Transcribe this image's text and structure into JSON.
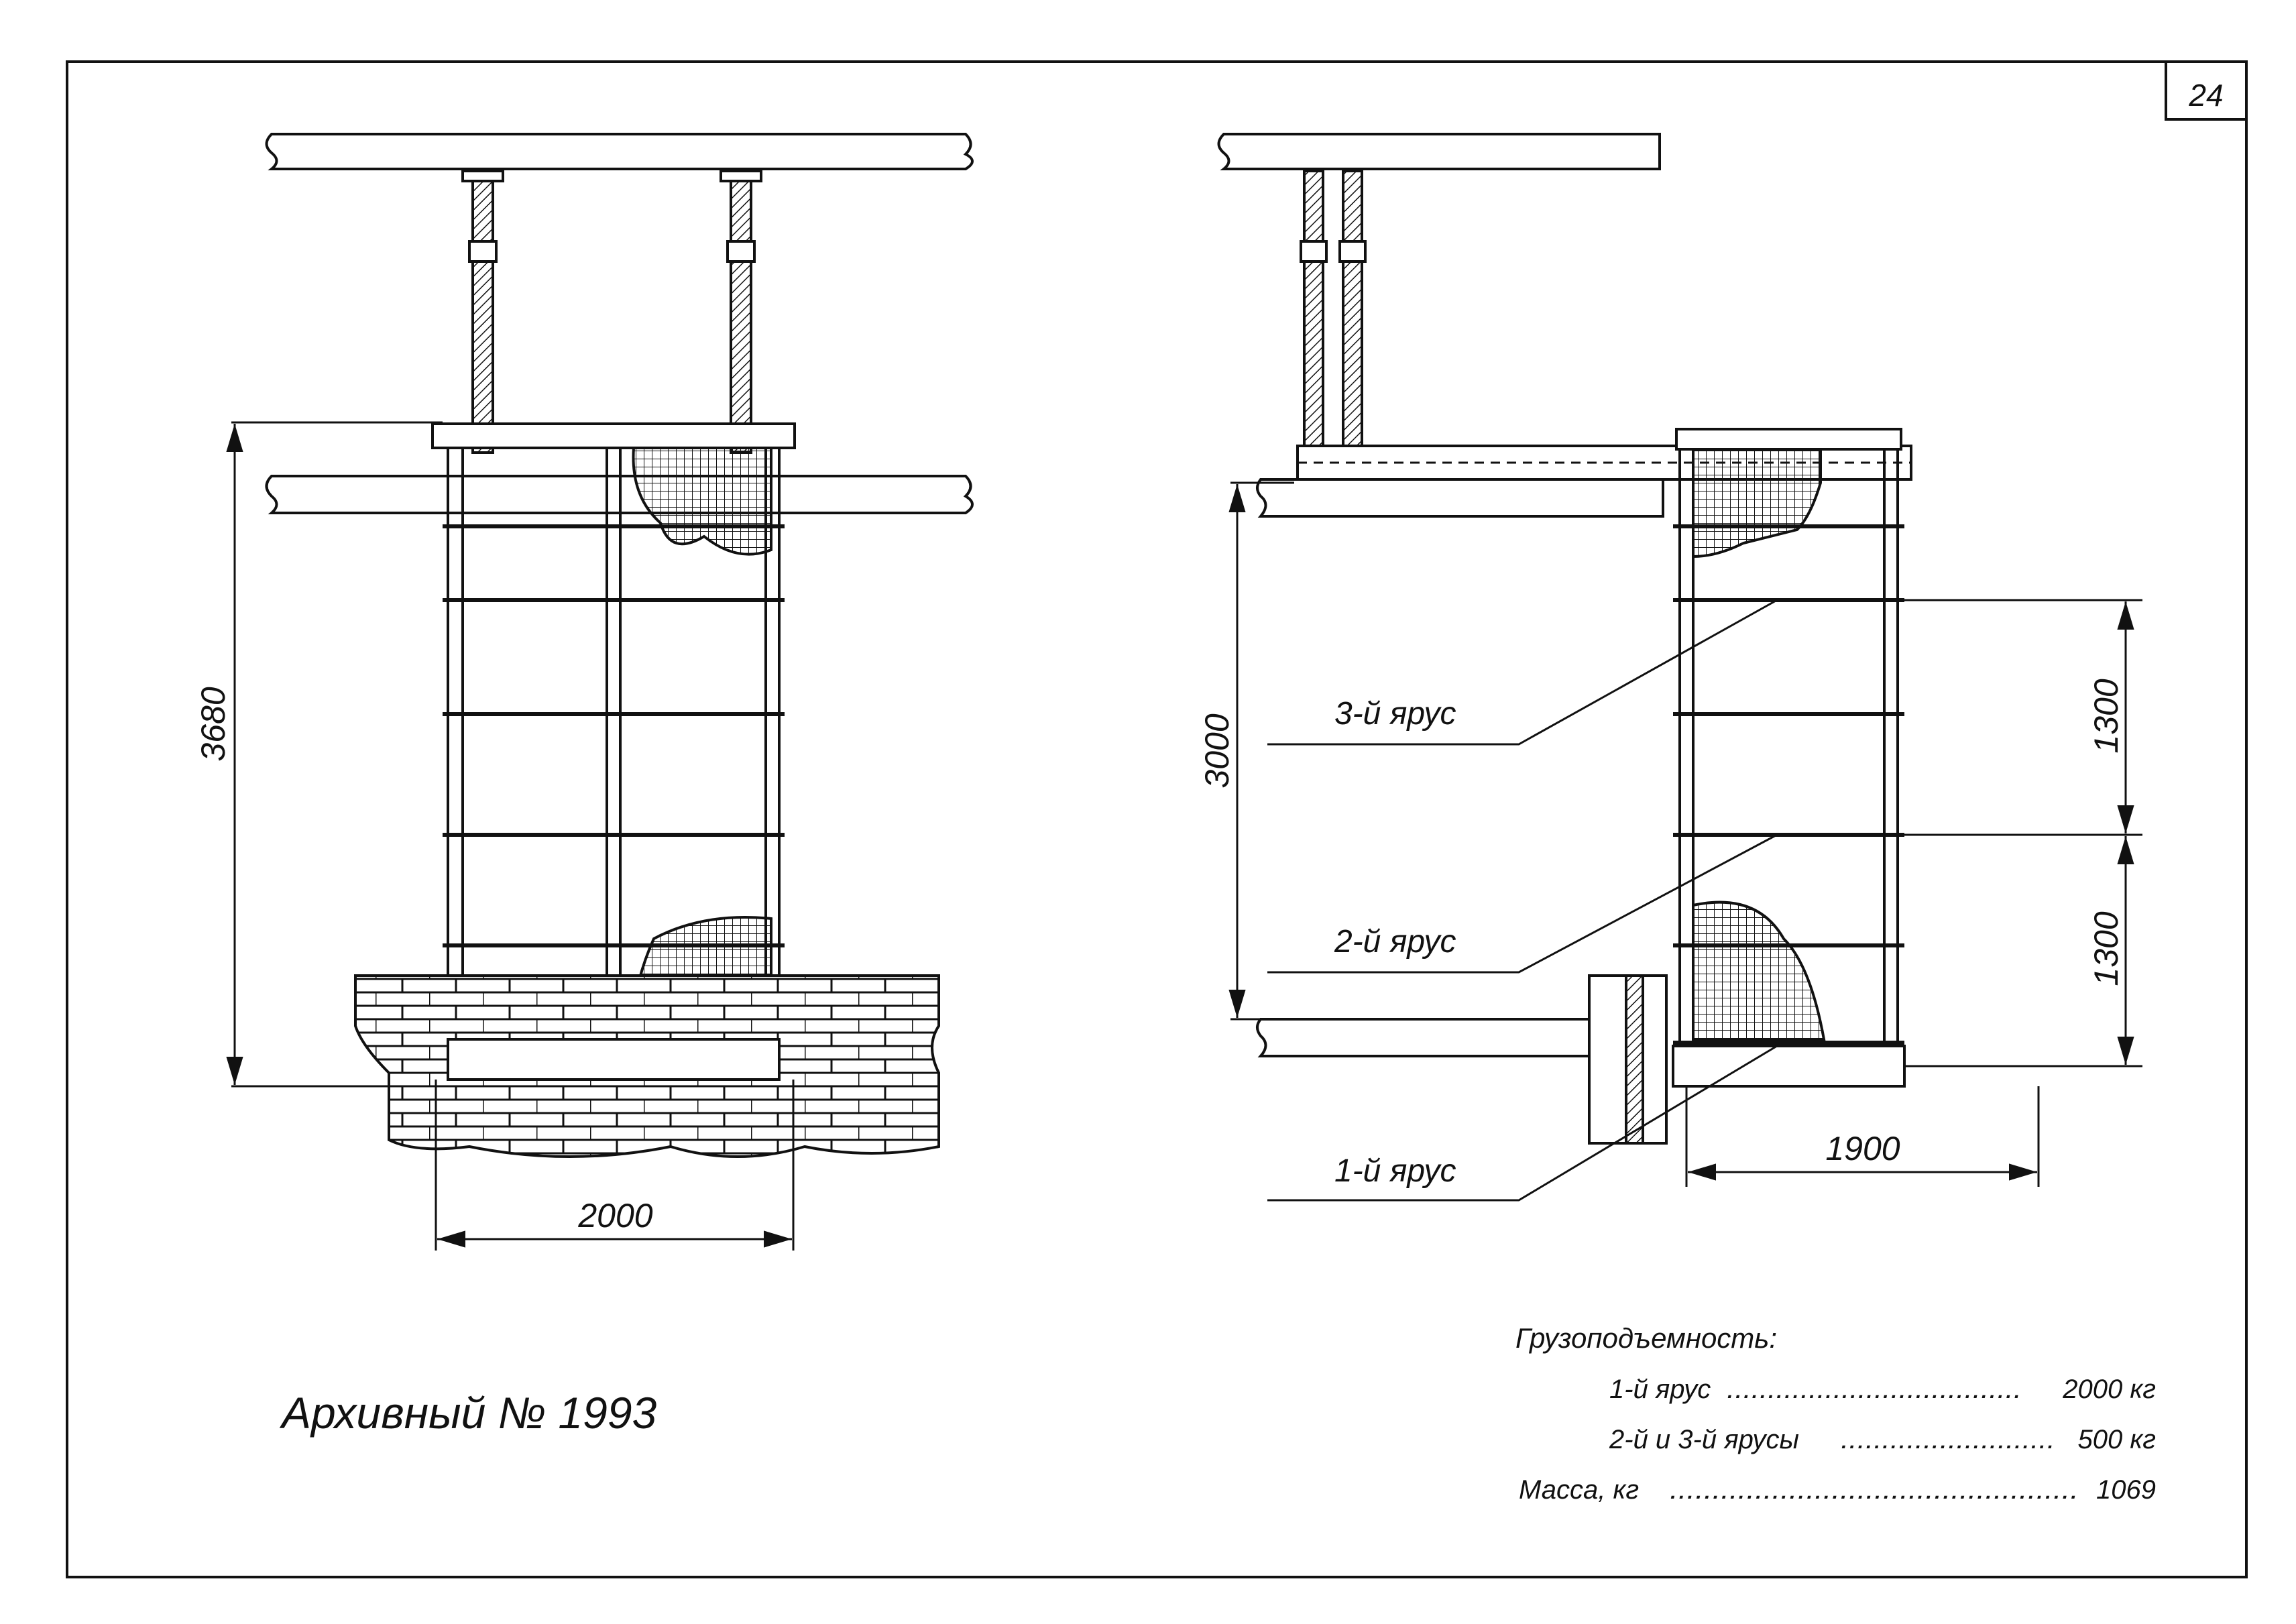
{
  "sheet": {
    "page_number": "24",
    "archive_label": "Архивный № 1993"
  },
  "left_view": {
    "height_dim": "3680",
    "width_dim": "2000"
  },
  "right_view": {
    "height_dim": "3000",
    "tier_dim_upper": "1300",
    "tier_dim_lower": "1300",
    "width_dim": "1900",
    "tier_labels": [
      "3-й ярус",
      "2-й ярус",
      "1-й ярус"
    ]
  },
  "specs": {
    "heading": "Грузоподъемность:",
    "rows": [
      {
        "label": "1-й ярус",
        "leader": "....................................",
        "value": "2000 кг"
      },
      {
        "label": "2-й и 3-й ярусы",
        "leader": "..........................",
        "value": "500 кг"
      },
      {
        "label": "Масса, кг",
        "leader": "................................................",
        "value": "1069"
      }
    ]
  },
  "colors": {
    "line": "#111111",
    "paper": "#ffffff"
  }
}
